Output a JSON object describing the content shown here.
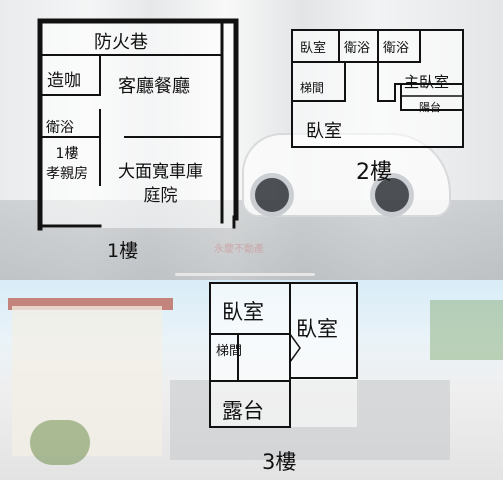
{
  "floor1": {
    "title": "1樓",
    "rooms": {
      "fire_lane": "防火巷",
      "wet_bar": "造咖",
      "living_dining": "客廳餐廳",
      "bath": "衛浴",
      "parent_room": "1樓\n孝親房",
      "garage_yard": "大面寬車庫\n庭院"
    }
  },
  "floor2": {
    "title": "2樓",
    "rooms": {
      "bedroom_a": "臥室",
      "bath_a": "衛浴",
      "bath_b": "衛浴",
      "stairs": "梯間",
      "master": "主臥室",
      "balcony": "陽台",
      "bedroom_b": "臥室"
    }
  },
  "floor3": {
    "title": "3樓",
    "rooms": {
      "bedroom_a": "臥室",
      "bedroom_b": "臥室",
      "stairs": "梯間",
      "terrace": "露台"
    }
  },
  "watermark": "永慶不動產",
  "colors": {
    "wall": "#111111",
    "background_top": "#dcdfe1",
    "background_bottom": "#e6eef2"
  }
}
